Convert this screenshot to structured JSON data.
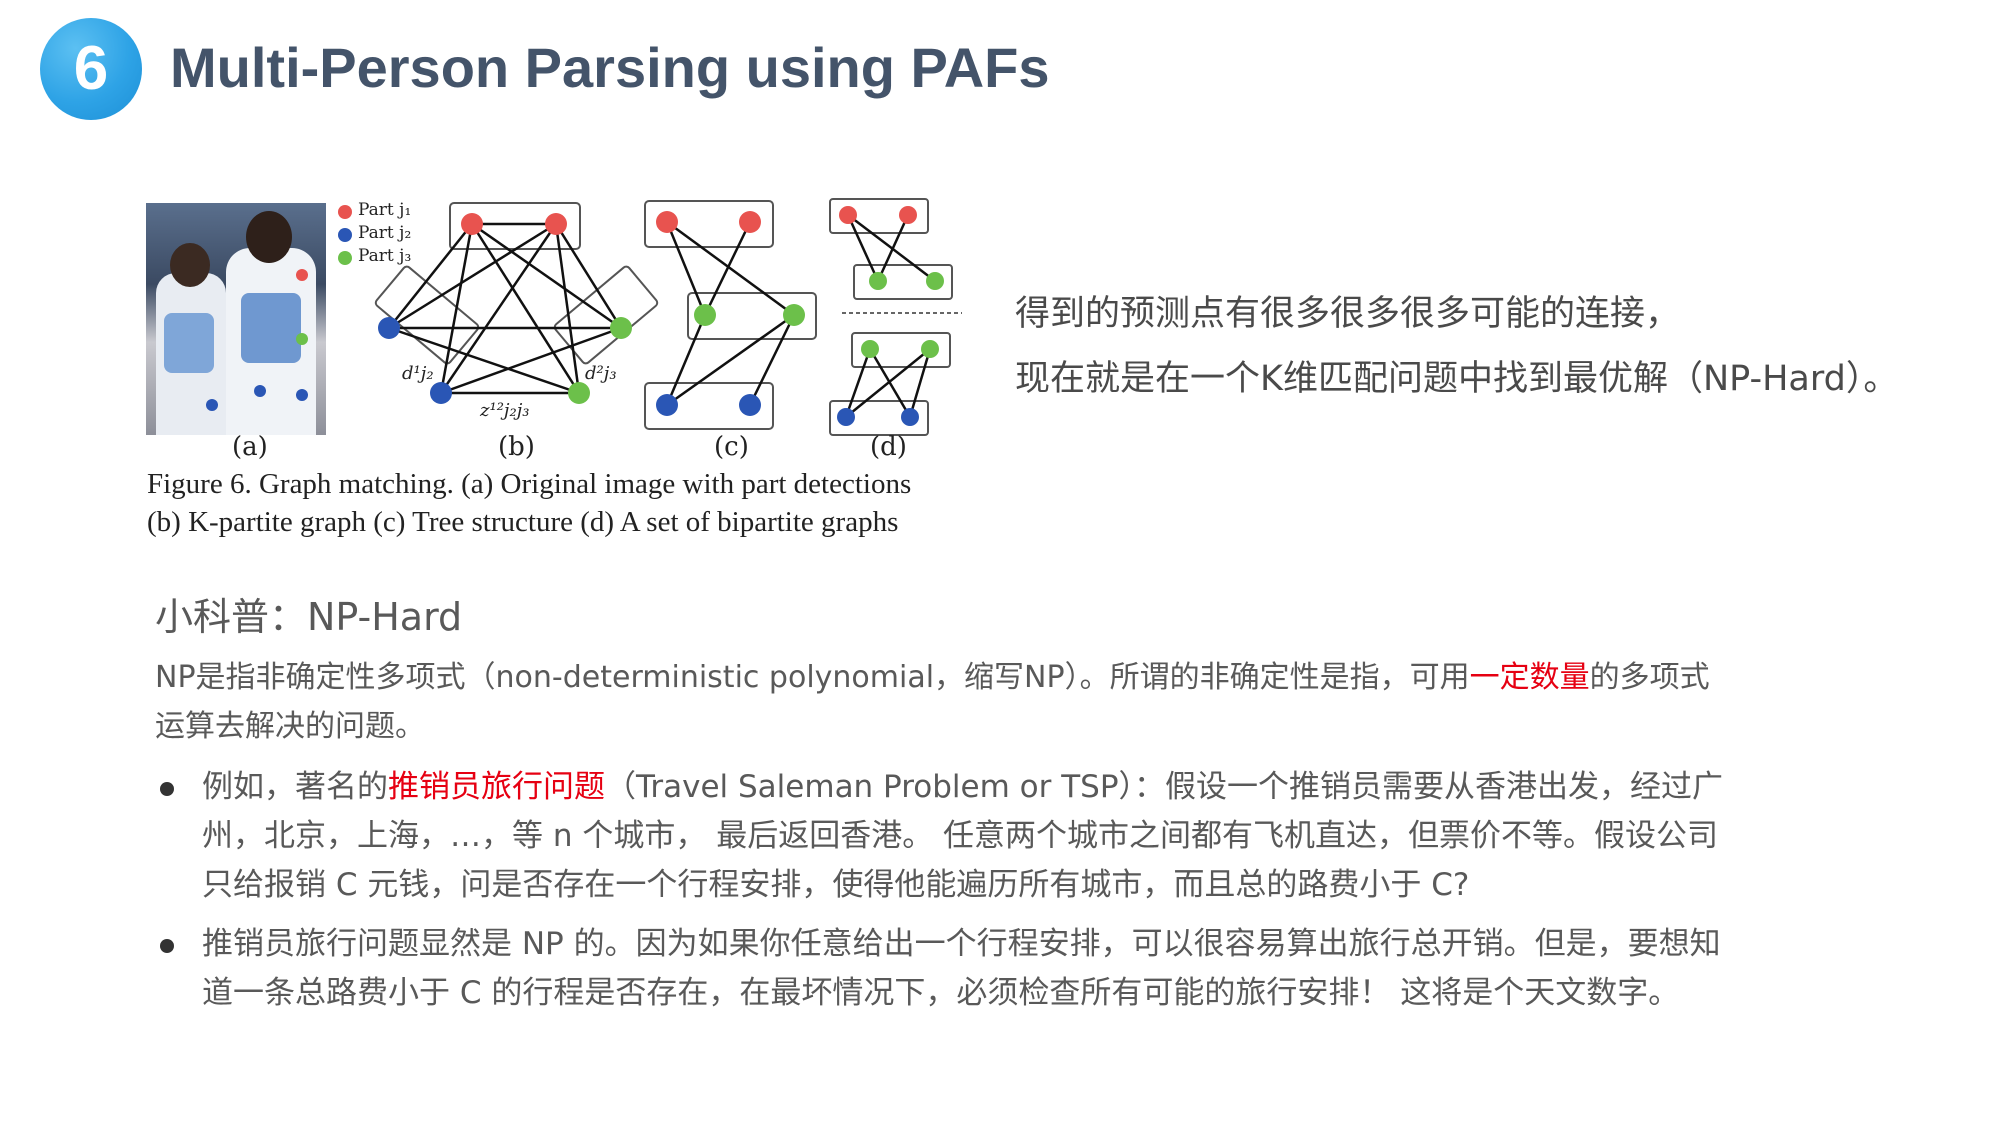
{
  "slide": {
    "number": "6",
    "title": "Multi-Person Parsing using PAFs"
  },
  "figure": {
    "legend": [
      "Part j₁",
      "Part j₂",
      "Part j₃"
    ],
    "panel_labels": [
      "(a)",
      "(b)",
      "(c)",
      "(d)"
    ],
    "edge_labels": [
      "d¹j₂",
      "d²j₃",
      "z¹²j₂j₃"
    ],
    "caption_line1": "Figure 6. Graph matching. (a) Original image with part detections",
    "caption_line2": "(b) K-partite graph (c) Tree structure (d) A set of bipartite graphs",
    "colors": {
      "part1": "#e8534f",
      "part2": "#2a56b5",
      "part3": "#6cc04a"
    }
  },
  "right_text": {
    "line1": "得到的预测点有很多很多很多可能的连接，",
    "line2": "现在就是在一个K维匹配问题中找到最优解（NP-Hard）。"
  },
  "science": {
    "heading": "小科普：NP-Hard",
    "para_a": "NP是指非确定性多项式（non-deterministic polynomial，缩写NP）。所谓的非确定性是指，可用",
    "para_highlight": "一定数量",
    "para_b": "的多项式",
    "para_line2": "运算去解决的问题。"
  },
  "bullets": {
    "b1_pre": "例如，著名的",
    "b1_highlight": "推销员旅行问题",
    "b1_line1_rest": "（Travel Saleman Problem or TSP）：假设一个推销员需要从香港出发，经过广",
    "b1_line2": "州，北京，上海，…，等 n 个城市， 最后返回香港。 任意两个城市之间都有飞机直达，但票价不等。假设公司",
    "b1_line3": "只给报销 C 元钱，问是否存在一个行程安排，使得他能遍历所有城市，而且总的路费小于 C?",
    "b2_line1": "推销员旅行问题显然是 NP 的。因为如果你任意给出一个行程安排，可以很容易算出旅行总开销。但是，要想知",
    "b2_line2": "道一条总路费小于 C 的行程是否存在，在最坏情况下，必须检查所有可能的旅行安排！ 这将是个天文数字。"
  }
}
